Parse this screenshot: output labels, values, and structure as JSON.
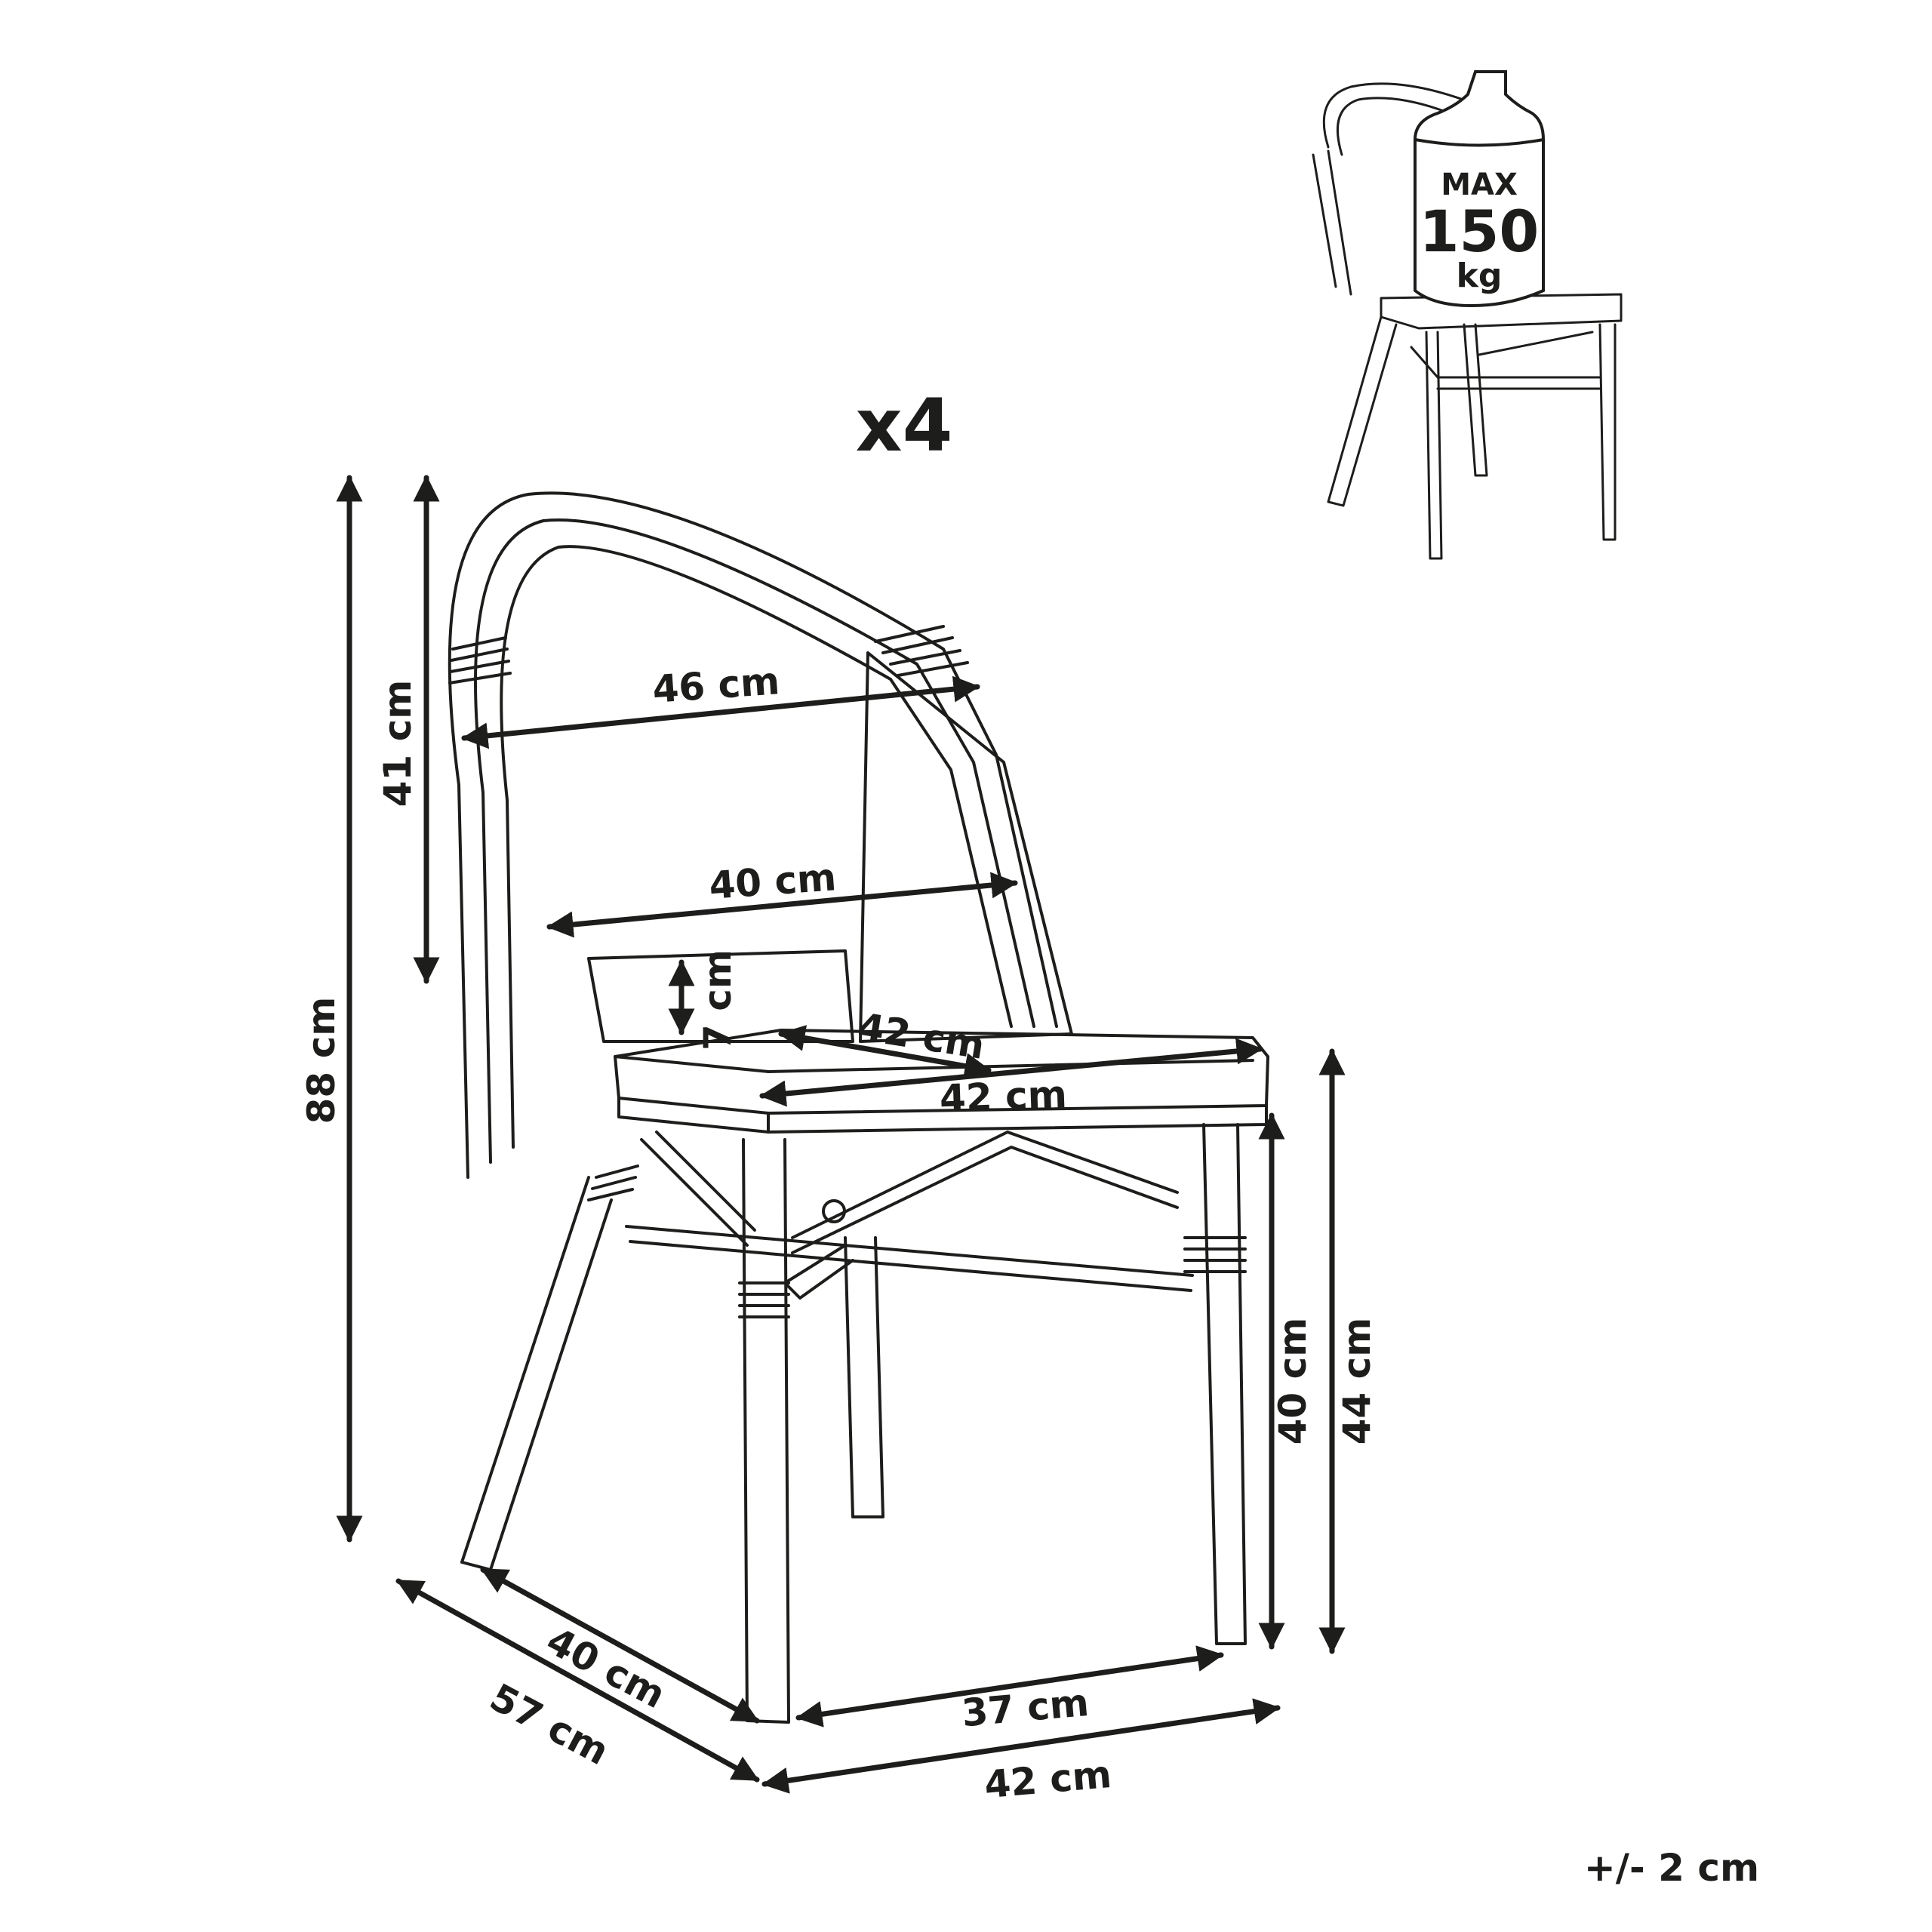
{
  "quantity": "x4",
  "tolerance": "+/- 2 cm",
  "load_badge": {
    "line1": "MAX",
    "line2": "150",
    "line3": "kg"
  },
  "dimensions": {
    "backrest_height": "41 cm",
    "total_height": "88 cm",
    "back_top_width": "46 cm",
    "back_bottom_width": "40 cm",
    "seat_back_gap": "7 cm",
    "seat_depth": "42 cm",
    "seat_width": "42 cm",
    "seat_height": "40 cm",
    "seat_top_height": "44 cm",
    "leg_depth": "40 cm",
    "total_depth": "57 cm",
    "leg_width": "37 cm",
    "total_width": "42 cm"
  }
}
